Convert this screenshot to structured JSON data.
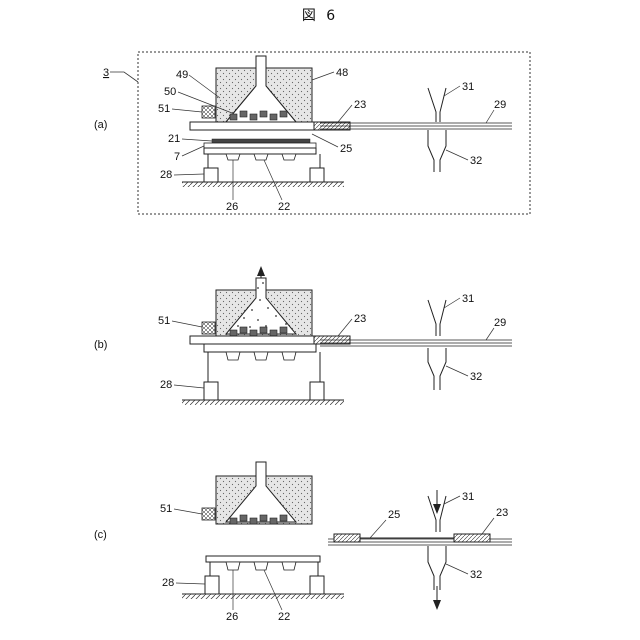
{
  "title": "図 6",
  "unit_label": "3",
  "panels": [
    {
      "id": "a",
      "panel_label": "(a)",
      "labels": {
        "hood": "48",
        "hood_inner": "49",
        "mask": "50",
        "side_block": "51",
        "shutter": "23",
        "nozzle_top": "31",
        "conveyor": "29",
        "sheet": "21",
        "film": "7",
        "slide": "25",
        "nozzle_bottom": "32",
        "leg": "28",
        "cavity": "26",
        "table": "22"
      }
    },
    {
      "id": "b",
      "panel_label": "(b)",
      "labels": {
        "side_block": "51",
        "shutter": "23",
        "nozzle_top": "31",
        "conveyor": "29",
        "leg": "28",
        "nozzle_bottom": "32"
      }
    },
    {
      "id": "c",
      "panel_label": "(c)",
      "labels": {
        "side_block": "51",
        "slide": "25",
        "nozzle_top": "31",
        "shutter": "23",
        "leg": "28",
        "nozzle_bottom": "32",
        "cavity": "26",
        "table": "22"
      }
    }
  ]
}
